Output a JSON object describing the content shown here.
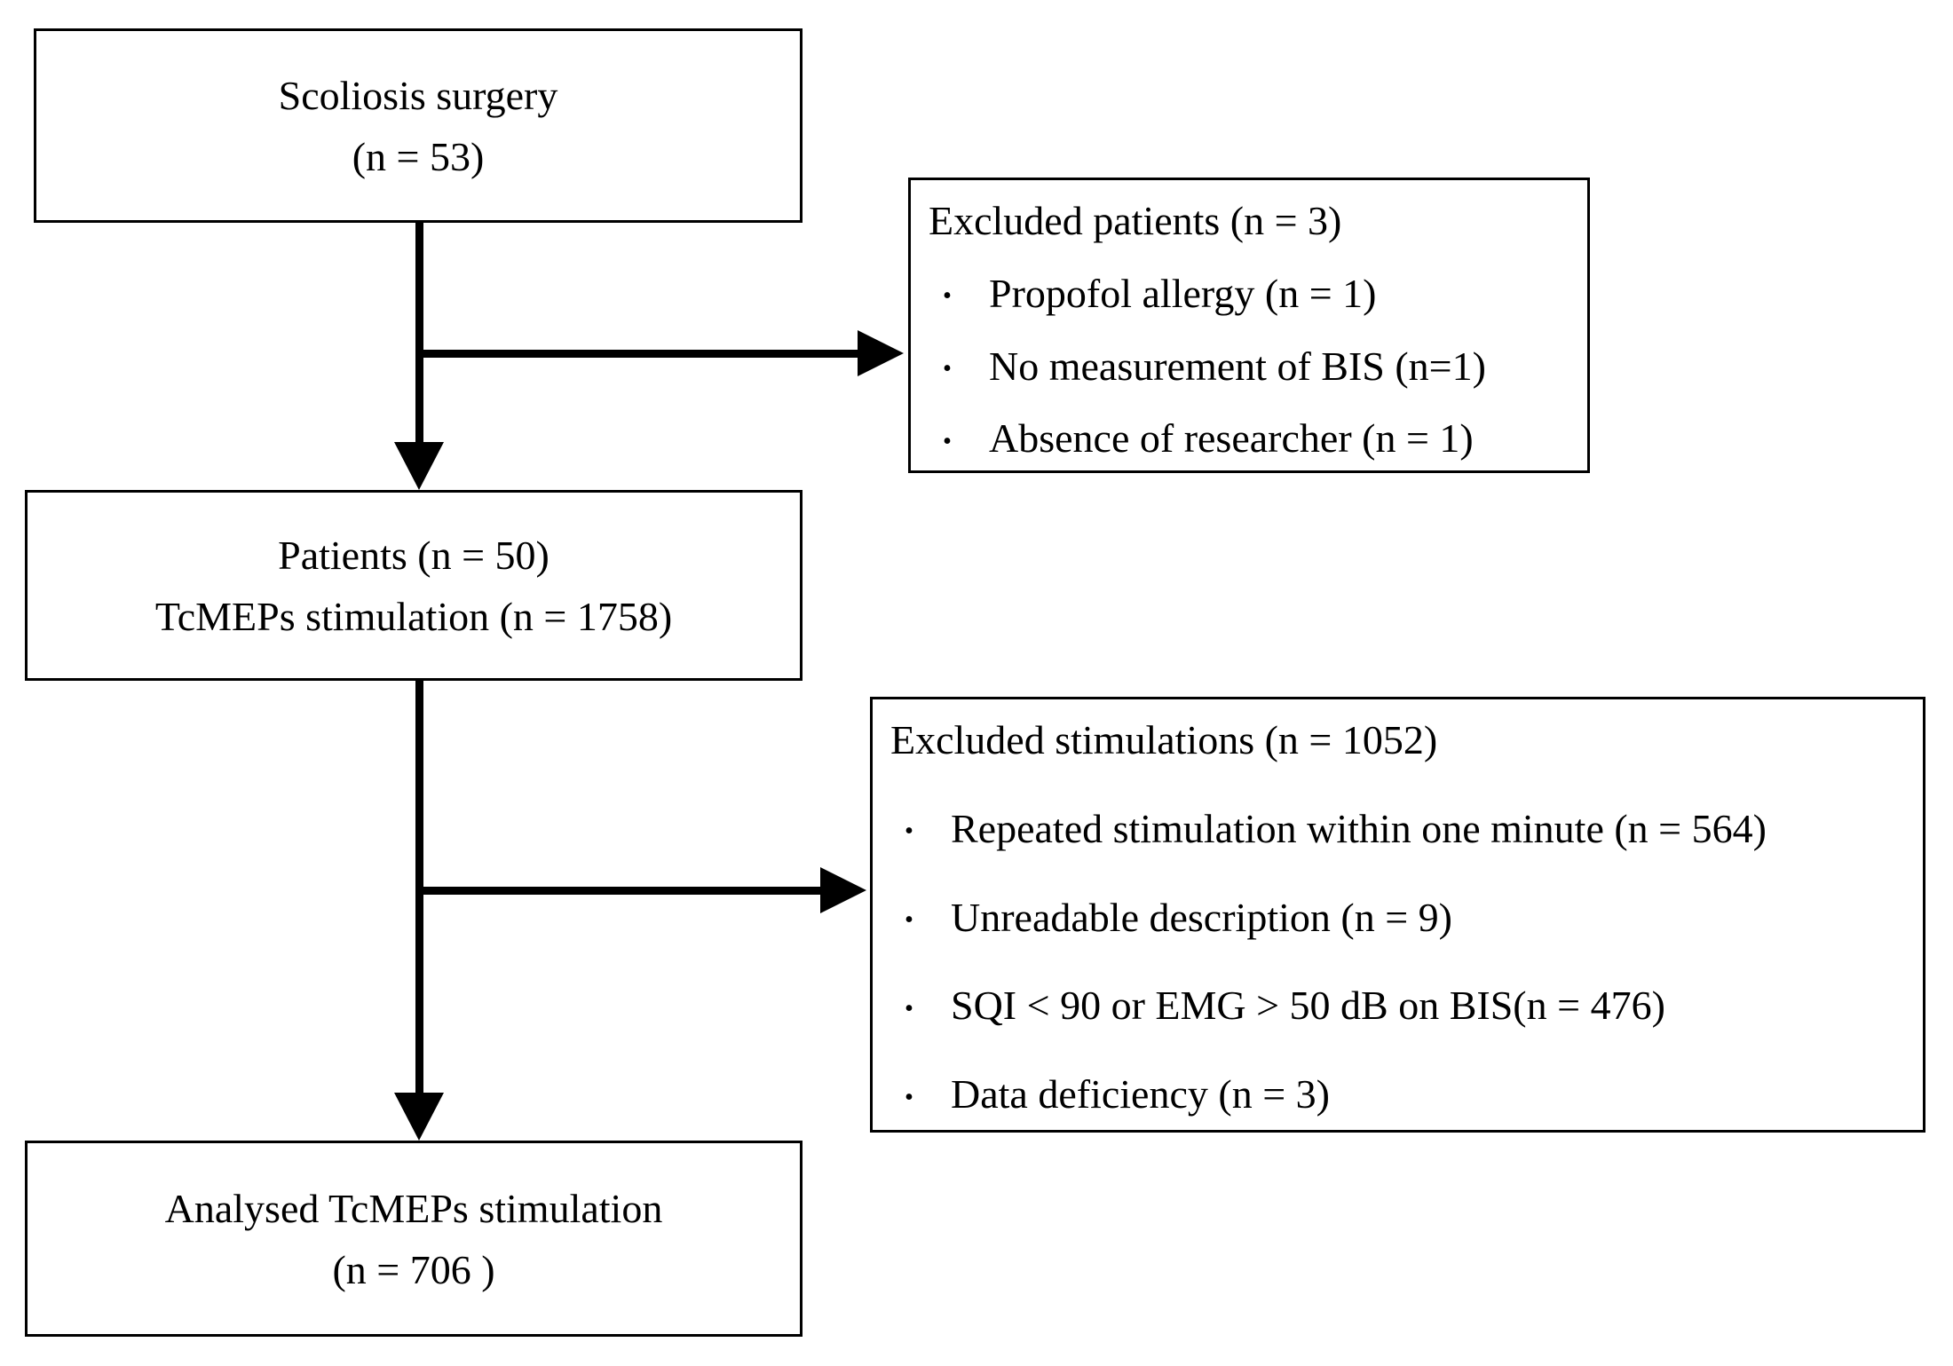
{
  "diagram": {
    "bullet_char": "•",
    "colors": {
      "background": "#ffffff",
      "box_border": "#000000",
      "text": "#000000",
      "arrow": "#000000"
    },
    "boxes": {
      "scoliosis": {
        "line1": "Scoliosis surgery",
        "line2": "(n = 53)"
      },
      "excluded_patients": {
        "title": "Excluded patients (n = 3)",
        "items": [
          "Propofol allergy (n = 1)",
          "No measurement of BIS (n=1)",
          "Absence of researcher (n = 1)"
        ]
      },
      "patients": {
        "line1": "Patients (n = 50)",
        "line2": "TcMEPs stimulation (n = 1758)"
      },
      "excluded_stimulations": {
        "title": "Excluded stimulations (n = 1052)",
        "items": [
          "Repeated stimulation within one minute (n = 564)",
          "Unreadable description (n = 9)",
          "SQI < 90 or EMG > 50 dB on BIS(n = 476)",
          "Data deficiency (n = 3)"
        ]
      },
      "analysed": {
        "line1": "Analysed TcMEPs stimulation",
        "line2": "(n = 706 )"
      }
    }
  }
}
